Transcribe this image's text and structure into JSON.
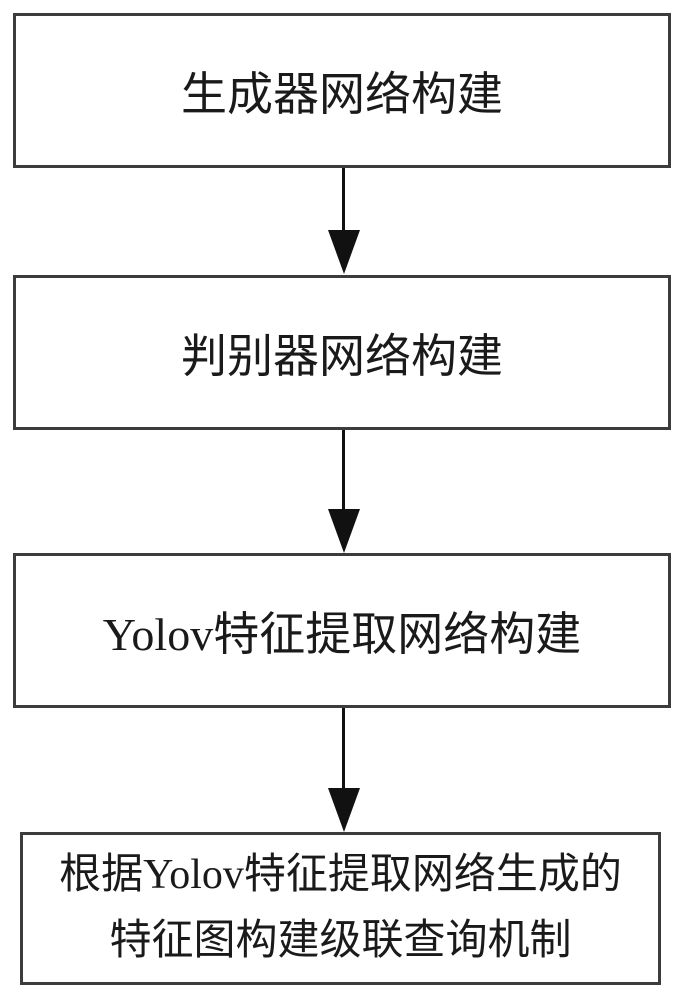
{
  "flowchart": {
    "type": "vertical-flow",
    "steps": [
      {
        "lines": [
          "生成器网络构建"
        ],
        "full_label": "生成器网络构建"
      },
      {
        "lines": [
          "判别器网络构建"
        ],
        "full_label": "判别器网络构建"
      },
      {
        "lines": [
          "Yolov特征提取网络构建"
        ],
        "full_label": "Yolov特征提取网络构建"
      },
      {
        "lines": [
          "根据Yolov特征提取网络生成的",
          "特征图构建级联查询机制"
        ],
        "full_label": "根据Yolov特征提取网络生成的特征图构建级联查询机制"
      }
    ],
    "connectors": [
      {
        "from": 0,
        "to": 1,
        "style": "solid-arrow-down"
      },
      {
        "from": 1,
        "to": 2,
        "style": "solid-arrow-down"
      },
      {
        "from": 2,
        "to": 3,
        "style": "solid-arrow-down"
      }
    ],
    "colors": {
      "bg": "#ffffff",
      "border": "#3c3c3c",
      "arrow": "#111111",
      "text": "#1a1a1a"
    }
  }
}
